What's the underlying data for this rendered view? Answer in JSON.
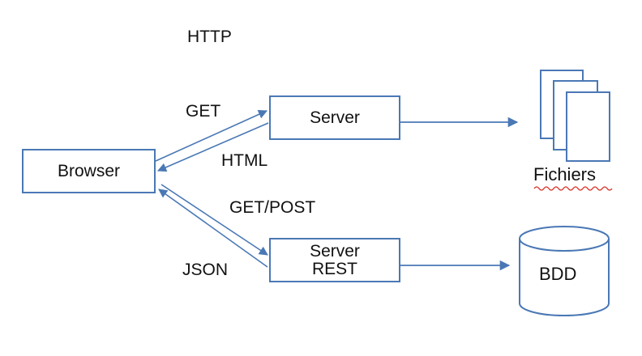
{
  "header": {
    "protocol_label": "HTTP"
  },
  "nodes": {
    "browser": "Browser",
    "server": "Server",
    "server_rest_line1": "Server",
    "server_rest_line2": "REST",
    "files": "Fichiers",
    "database": "BDD"
  },
  "edges": {
    "get": "GET",
    "html": "HTML",
    "get_post": "GET/POST",
    "json": "JSON"
  },
  "colors": {
    "stroke": "#4a78b5",
    "text": "#111111",
    "spellcheck": "#d93025"
  }
}
